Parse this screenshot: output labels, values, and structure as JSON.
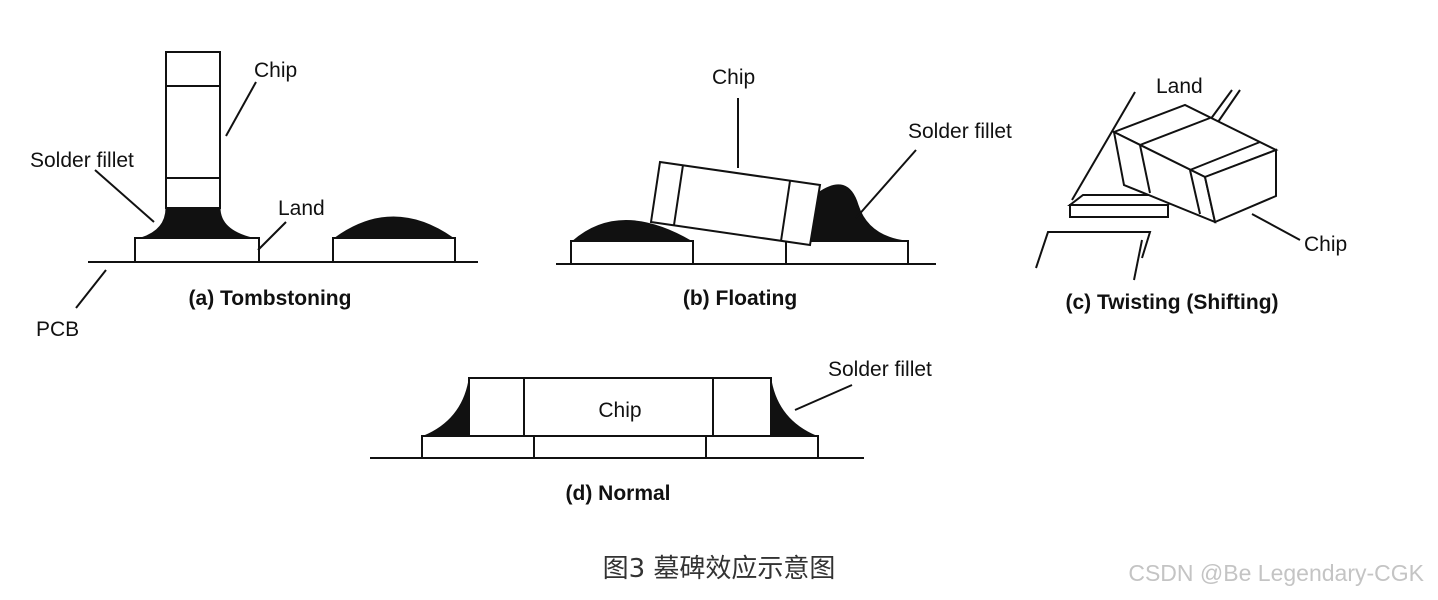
{
  "panels": {
    "a": {
      "caption": "(a) Tombstoning",
      "chip_label": "Chip",
      "solder_label": "Solder fillet",
      "land_label": "Land",
      "pcb_label": "PCB"
    },
    "b": {
      "caption": "(b) Floating",
      "chip_label": "Chip",
      "solder_label": "Solder fillet"
    },
    "c": {
      "caption": "(c) Twisting (Shifting)",
      "land_label": "Land",
      "chip_label": "Chip"
    },
    "d": {
      "caption": "(d) Normal",
      "chip_label": "Chip",
      "solder_label": "Solder fillet"
    }
  },
  "figure_caption": "图3  墓碑效应示意图",
  "watermark": "CSDN @Be Legendary-CGK"
}
